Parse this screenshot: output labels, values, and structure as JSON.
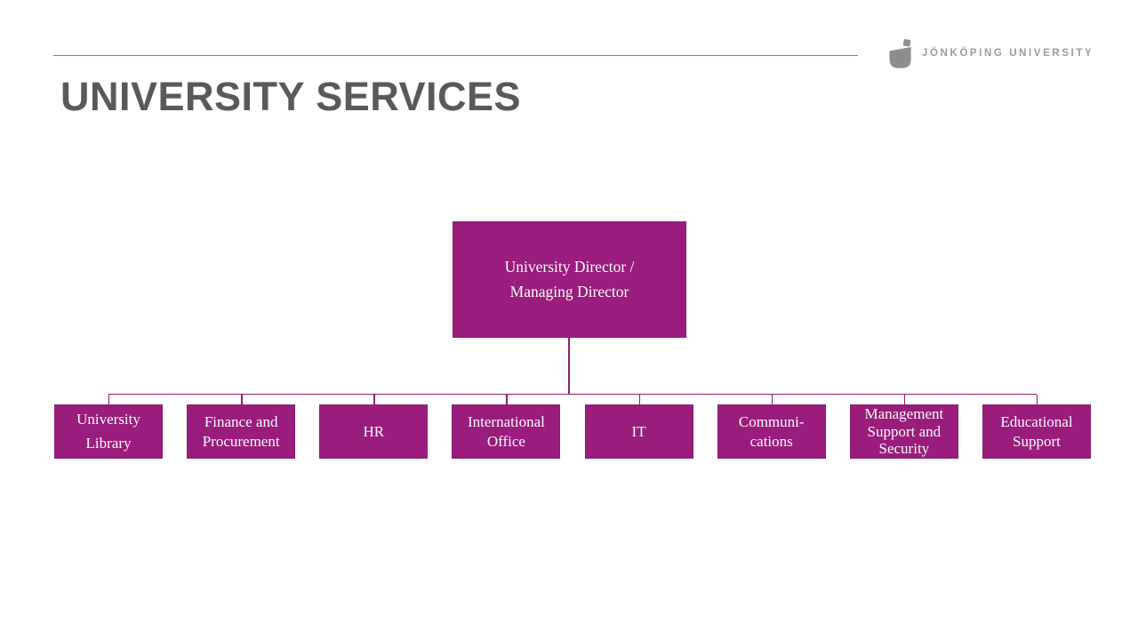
{
  "brand": {
    "name": "JÖNKÖPING UNIVERSITY",
    "logo_icon": "ju-monogram-icon"
  },
  "header": {
    "title": "UNIVERSITY SERVICES"
  },
  "colors": {
    "box_fill": "#9a1c7c",
    "line": "#8a1f74",
    "title_gray": "#595959",
    "logo_gray": "#9c9c9c"
  },
  "org": {
    "root": {
      "lines": [
        "University Director /",
        "Managing Director"
      ]
    },
    "children": [
      {
        "lines": [
          "University",
          "Library"
        ]
      },
      {
        "lines": [
          "Finance and",
          "Procurement"
        ]
      },
      {
        "lines": [
          "HR"
        ]
      },
      {
        "lines": [
          "International",
          "Office"
        ]
      },
      {
        "lines": [
          "IT"
        ]
      },
      {
        "lines": [
          "Communi-",
          "cations"
        ]
      },
      {
        "lines": [
          "Management",
          "Support and",
          "Security"
        ]
      },
      {
        "lines": [
          "Educational",
          "Support"
        ]
      }
    ]
  }
}
